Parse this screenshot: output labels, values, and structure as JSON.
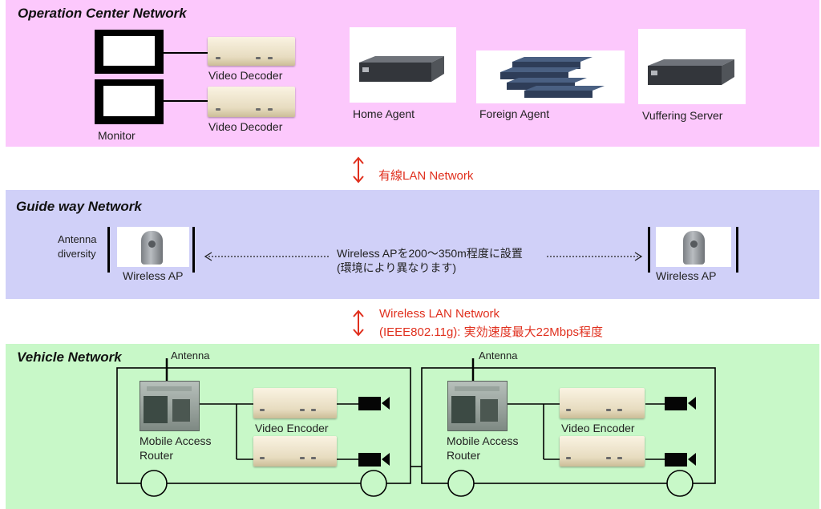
{
  "sections": {
    "operation_center": {
      "title": "Operation Center Network",
      "video_decoder_1": "Video Decoder",
      "video_decoder_2": "Video Decoder",
      "monitor": "Monitor",
      "home_agent": "Home Agent",
      "foreign_agent": "Foreign Agent",
      "vuffering_server": "Vuffering Server"
    },
    "wired_link": {
      "label": "有線LAN Network"
    },
    "guide_way": {
      "title": "Guide way Network",
      "antenna_diversity_1": "Antenna",
      "antenna_diversity_2": "diversity",
      "wireless_ap_left": "Wireless AP",
      "wireless_ap_right": "Wireless AP",
      "spacing_note_1": "Wireless APを200～350m程度に設置",
      "spacing_note_2": "(環境により異なります)"
    },
    "wireless_link": {
      "label_1": "Wireless LAN Network",
      "label_2": "(IEEE802.11g): 実効速度最大22Mbps程度"
    },
    "vehicle": {
      "title": "Vehicle Network",
      "left": {
        "antenna": "Antenna",
        "router_1": "Mobile Access",
        "router_2": "Router",
        "video_encoder": "Video Encoder"
      },
      "right": {
        "antenna": "Antenna",
        "router_1": "Mobile Access",
        "router_2": "Router",
        "video_encoder": "Video Encoder"
      }
    }
  },
  "colors": {
    "operation_center_bg": "#fcc8fc",
    "guide_way_bg": "#d0d0f8",
    "vehicle_bg": "#c8f8c8",
    "link_label": "#e0301e"
  }
}
